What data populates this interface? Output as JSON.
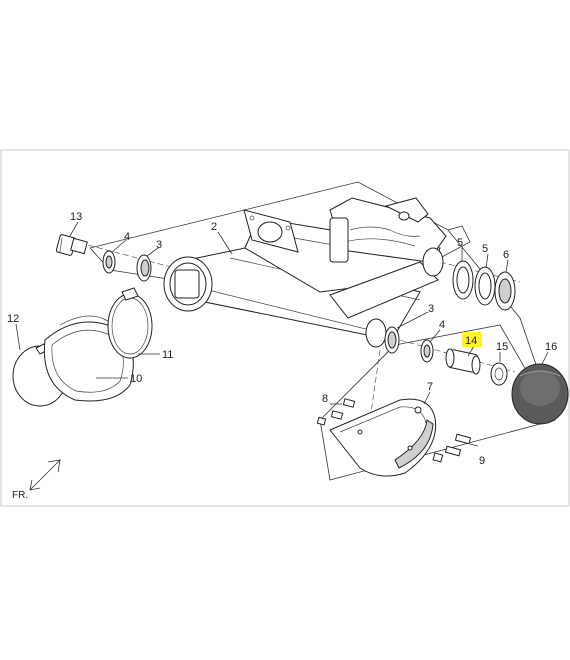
{
  "diagram": {
    "orientation_label": "FR.",
    "highlight_color": "#fff230",
    "parts": [
      {
        "id": "p13",
        "label": "13"
      },
      {
        "id": "p4a",
        "label": "4"
      },
      {
        "id": "p3a",
        "label": "3"
      },
      {
        "id": "p2",
        "label": "2"
      },
      {
        "id": "p5a",
        "label": "5"
      },
      {
        "id": "p5b",
        "label": "5"
      },
      {
        "id": "p6",
        "label": "6"
      },
      {
        "id": "p12",
        "label": "12"
      },
      {
        "id": "p11",
        "label": "11"
      },
      {
        "id": "p10",
        "label": "10"
      },
      {
        "id": "p3b",
        "label": "3"
      },
      {
        "id": "p4b",
        "label": "4"
      },
      {
        "id": "p14",
        "label": "14",
        "highlighted": true
      },
      {
        "id": "p15",
        "label": "15"
      },
      {
        "id": "p16",
        "label": "16"
      },
      {
        "id": "p7",
        "label": "7"
      },
      {
        "id": "p8",
        "label": "8"
      },
      {
        "id": "p9",
        "label": "9"
      }
    ]
  }
}
